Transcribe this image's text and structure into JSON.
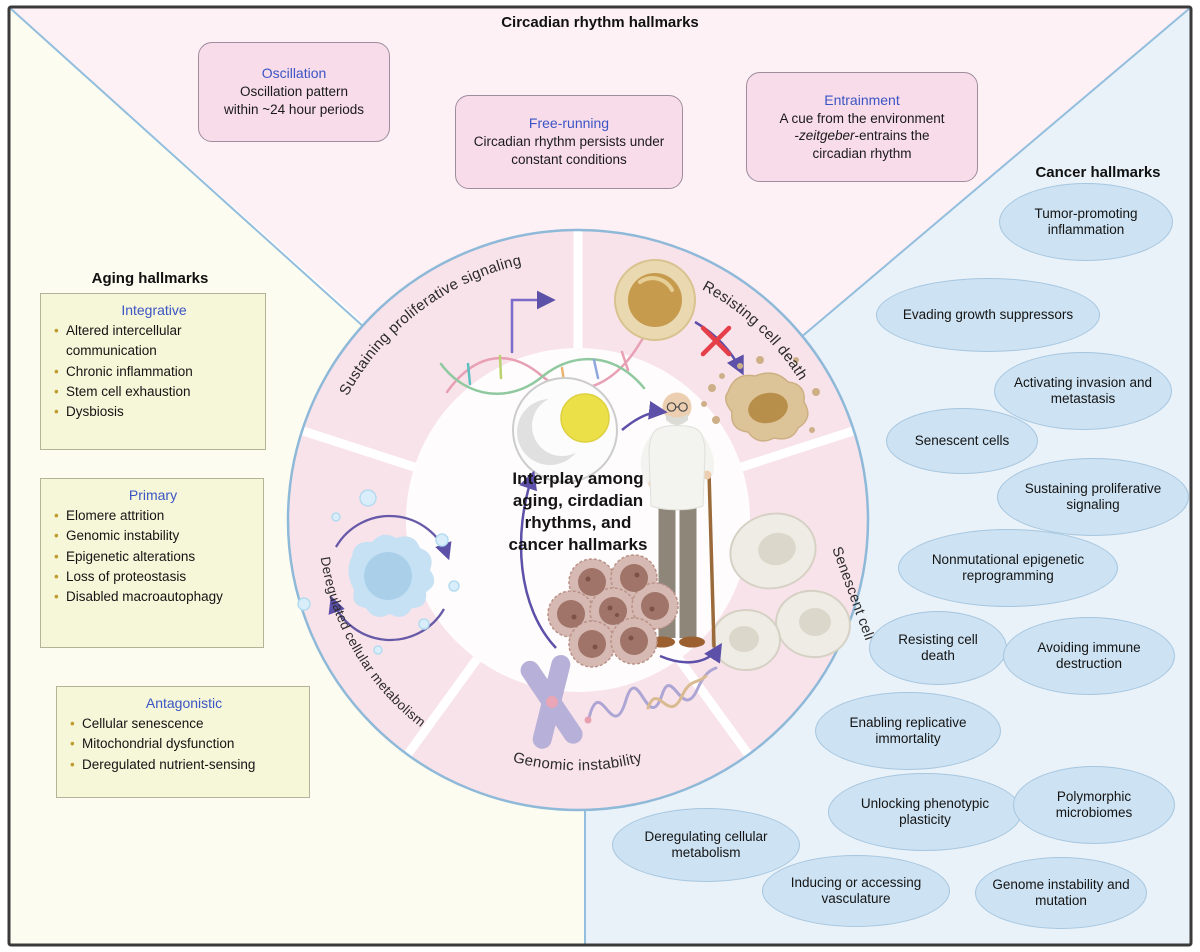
{
  "titles": {
    "circadian": "Circadian rhythm hallmarks",
    "aging": "Aging hallmarks",
    "cancer": "Cancer hallmarks"
  },
  "circadian_boxes": {
    "oscillation": {
      "title": "Oscillation",
      "line1": "Oscillation pattern",
      "line2": "within ~24 hour periods"
    },
    "free_running": {
      "title": "Free-running",
      "line1": "Circadian rhythm persists under",
      "line2": "constant conditions"
    },
    "entrainment": {
      "title": "Entrainment",
      "line1": "A cue from the environment",
      "line2_pre": "-",
      "line2_italic": "zeitgeber",
      "line2_post": "-entrains the",
      "line3": "circadian rhythm"
    }
  },
  "aging_boxes": {
    "integrative": {
      "title": "Integrative",
      "items": [
        "Altered intercellular communication",
        "Chronic inflammation",
        "Stem cell exhaustion",
        "Dysbiosis"
      ]
    },
    "primary": {
      "title": "Primary",
      "items": [
        "Elomere attrition",
        "Genomic instability",
        "Epigenetic alterations",
        "Loss of proteostasis",
        "Disabled macroautophagy"
      ]
    },
    "antagonistic": {
      "title": "Antagonistic",
      "items": [
        "Cellular senescence",
        "Mitochondrial dysfunction",
        "Deregulated nutrient-sensing"
      ]
    }
  },
  "cancer_ellipses": [
    "Tumor-promoting inflammation",
    "Evading growth suppressors",
    "Activating invasion and metastasis",
    "Senescent cells",
    "Sustaining proliferative signaling",
    "Nonmutational epigenetic reprogramming",
    "Resisting cell death",
    "Avoiding immune destruction",
    "Enabling replicative immortality",
    "Unlocking phenotypic plasticity",
    "Polymorphic microbiomes",
    "Deregulating cellular metabolism",
    "Inducing or accessing vasculature",
    "Genome instability and mutation"
  ],
  "ring_labels": {
    "top_left": "Sustaining proliferative signaling",
    "top_right": "Resisting cell death",
    "right": "Senescent cell",
    "bottom": "Genomic instability",
    "left": "Deregulated cellular metabolism"
  },
  "center_text": {
    "line1": "Interplay among",
    "line2": "aging, cirdadian",
    "line3": "rhythms, and",
    "line4": "cancer hallmarks"
  },
  "colors": {
    "pink_region": "#fdf1f5",
    "cream_region": "#fcfdf0",
    "blue_region": "#e9f1f9",
    "ring_pink": "#f9e3ea",
    "ellipse_fill": "#cde2f2",
    "box_pink": "#f8dce9",
    "box_yellow": "#f6f6d9",
    "accent_blue_text": "#3b55c4",
    "divider_blue": "#93bedd",
    "arrow_purple": "#5c50a8",
    "red_x": "#e5404a",
    "frame": "#3a3a3a"
  }
}
